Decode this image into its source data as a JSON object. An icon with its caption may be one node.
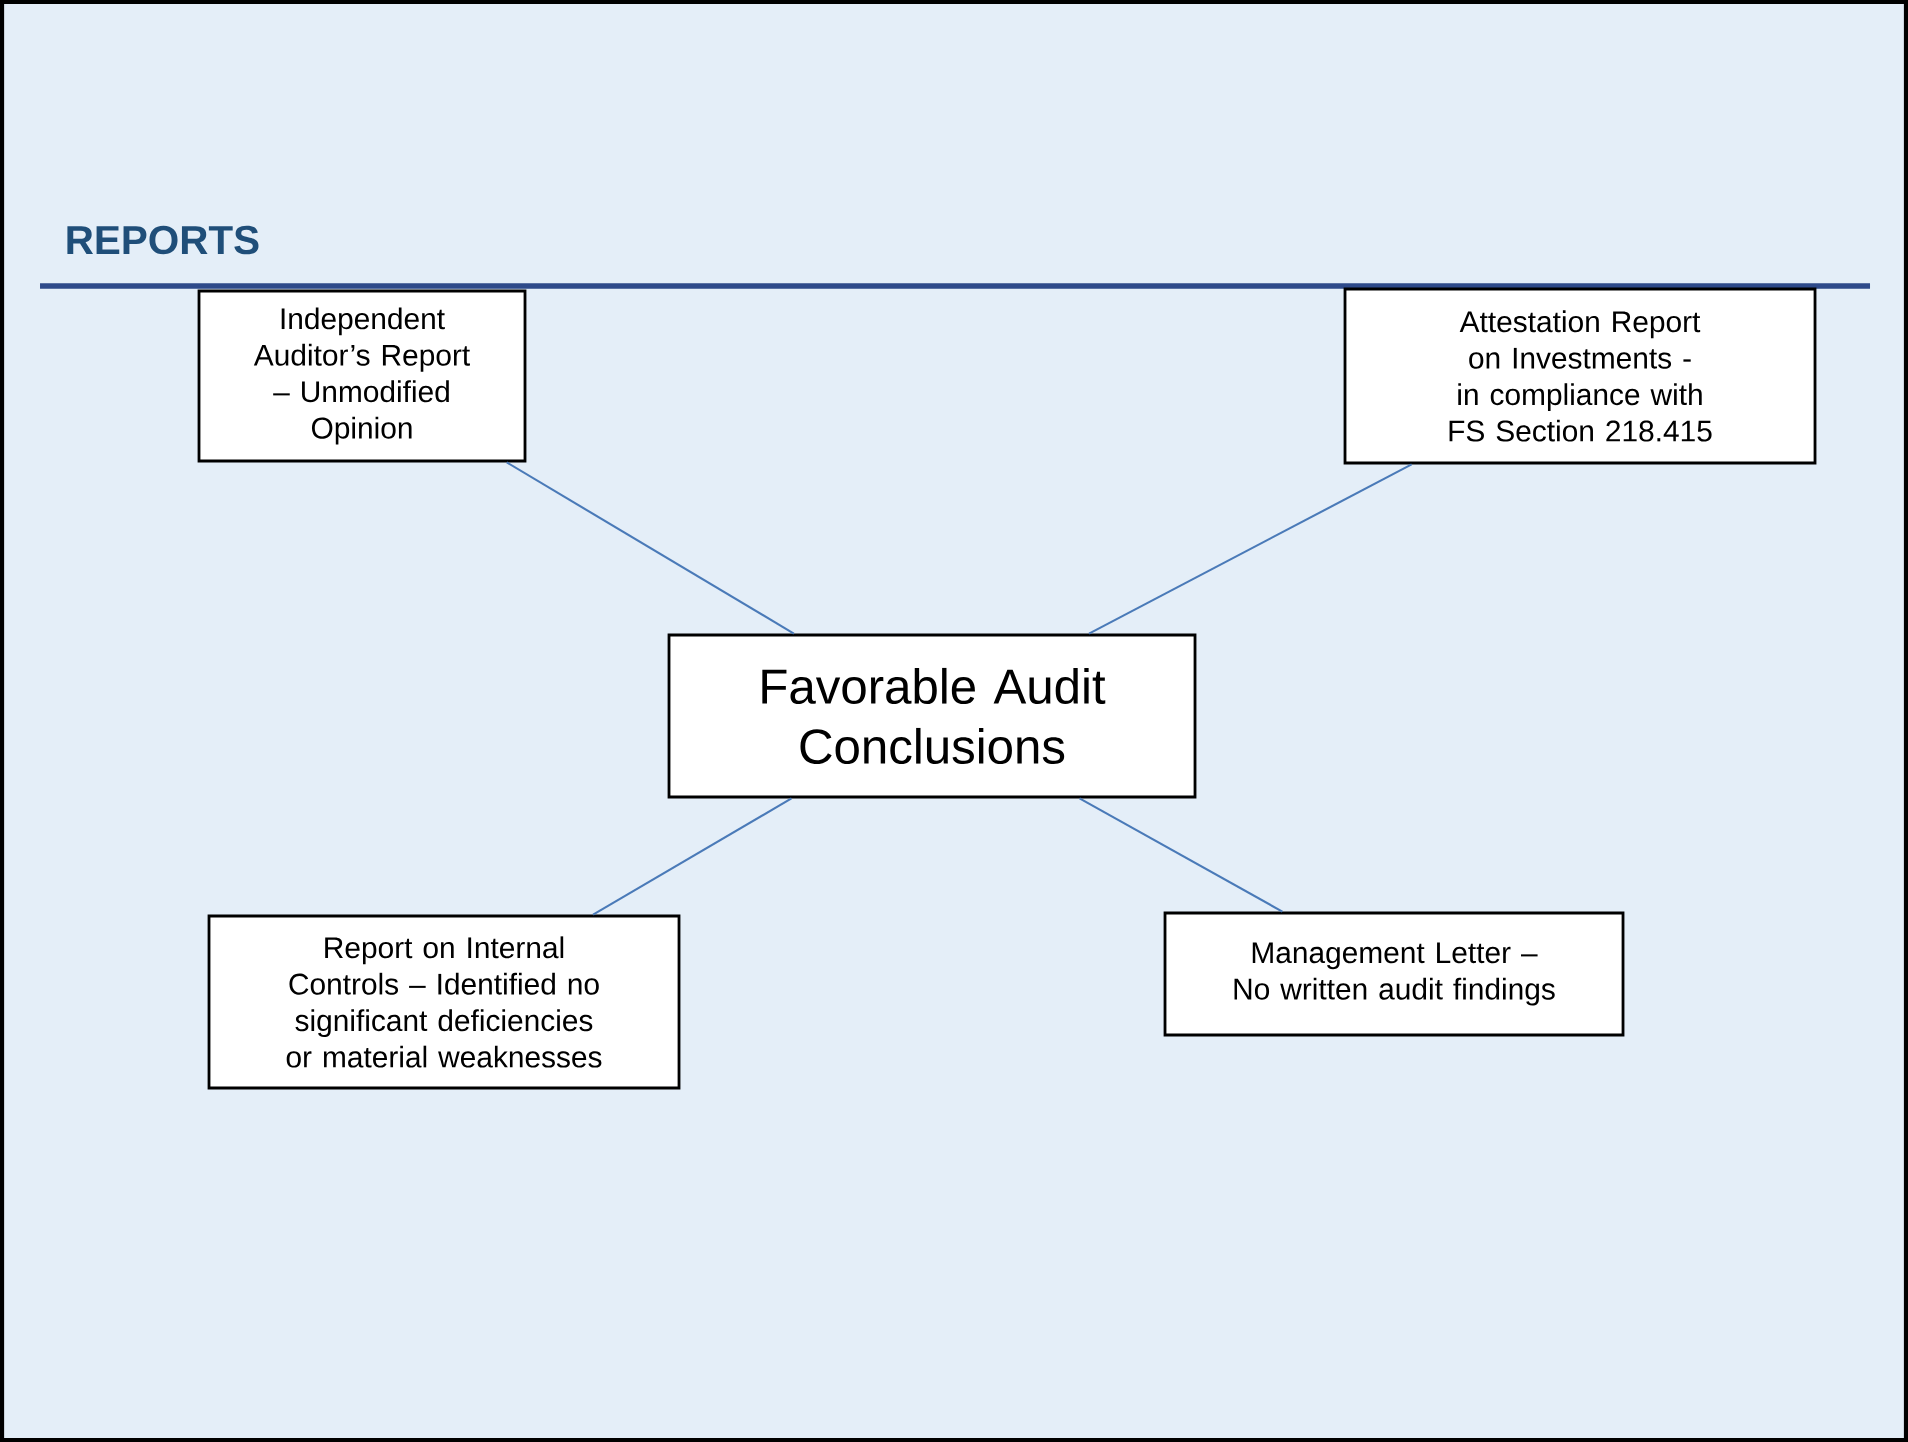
{
  "diagram": {
    "title": "REPORTS",
    "nodes": [
      {
        "text": [
          "Favorable Audit Conclusions"
        ]
      },
      {
        "text": [
          "Independent Auditor’s Report – Unmodified Opinion"
        ]
      },
      {
        "text": [
          "Attestation Report on Investments - in compliance with FS Section 218.415"
        ]
      },
      {
        "text": [
          "Report on Internal Controls – Identified no significant deficiencies or material weaknesses"
        ]
      },
      {
        "text": [
          "Management Letter – No written audit findings"
        ]
      }
    ],
    "edges": [
      {
        "from": 0,
        "to": 1,
        "arrow": "none"
      },
      {
        "from": 0,
        "to": 2,
        "arrow": "none"
      },
      {
        "from": 0,
        "to": 3,
        "arrow": "none"
      },
      {
        "from": 0,
        "to": 4,
        "arrow": "none"
      }
    ]
  }
}
